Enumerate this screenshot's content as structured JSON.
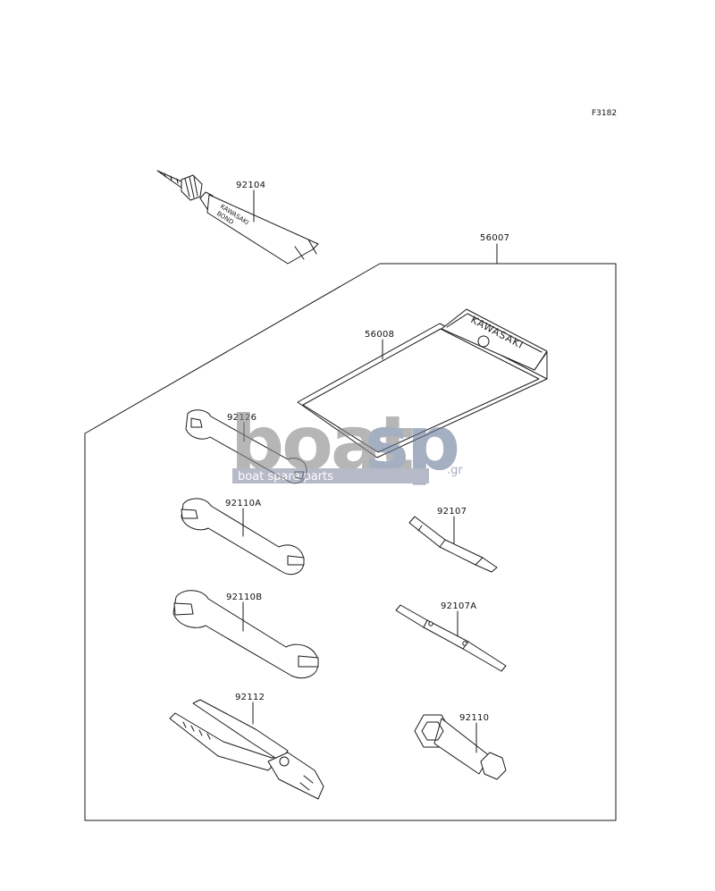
{
  "figure_code": "F3182",
  "brand_on_case": "KAWASAKI",
  "brand_on_tube": "KAWASAKI",
  "tube_text": "BOND",
  "watermark": {
    "word_left": "boat",
    "word_right": "sp",
    "suffix": ".gr",
    "tagline": "boat spare parts"
  },
  "parts": {
    "bond": "92104",
    "kit": "56007",
    "case": "56008",
    "wrench_small": "92126",
    "wrench_a": "92110A",
    "wrench_b": "92110B",
    "pliers": "92112",
    "screwdriver": "92107",
    "screwdriver_a": "92107A",
    "socket": "92110"
  }
}
